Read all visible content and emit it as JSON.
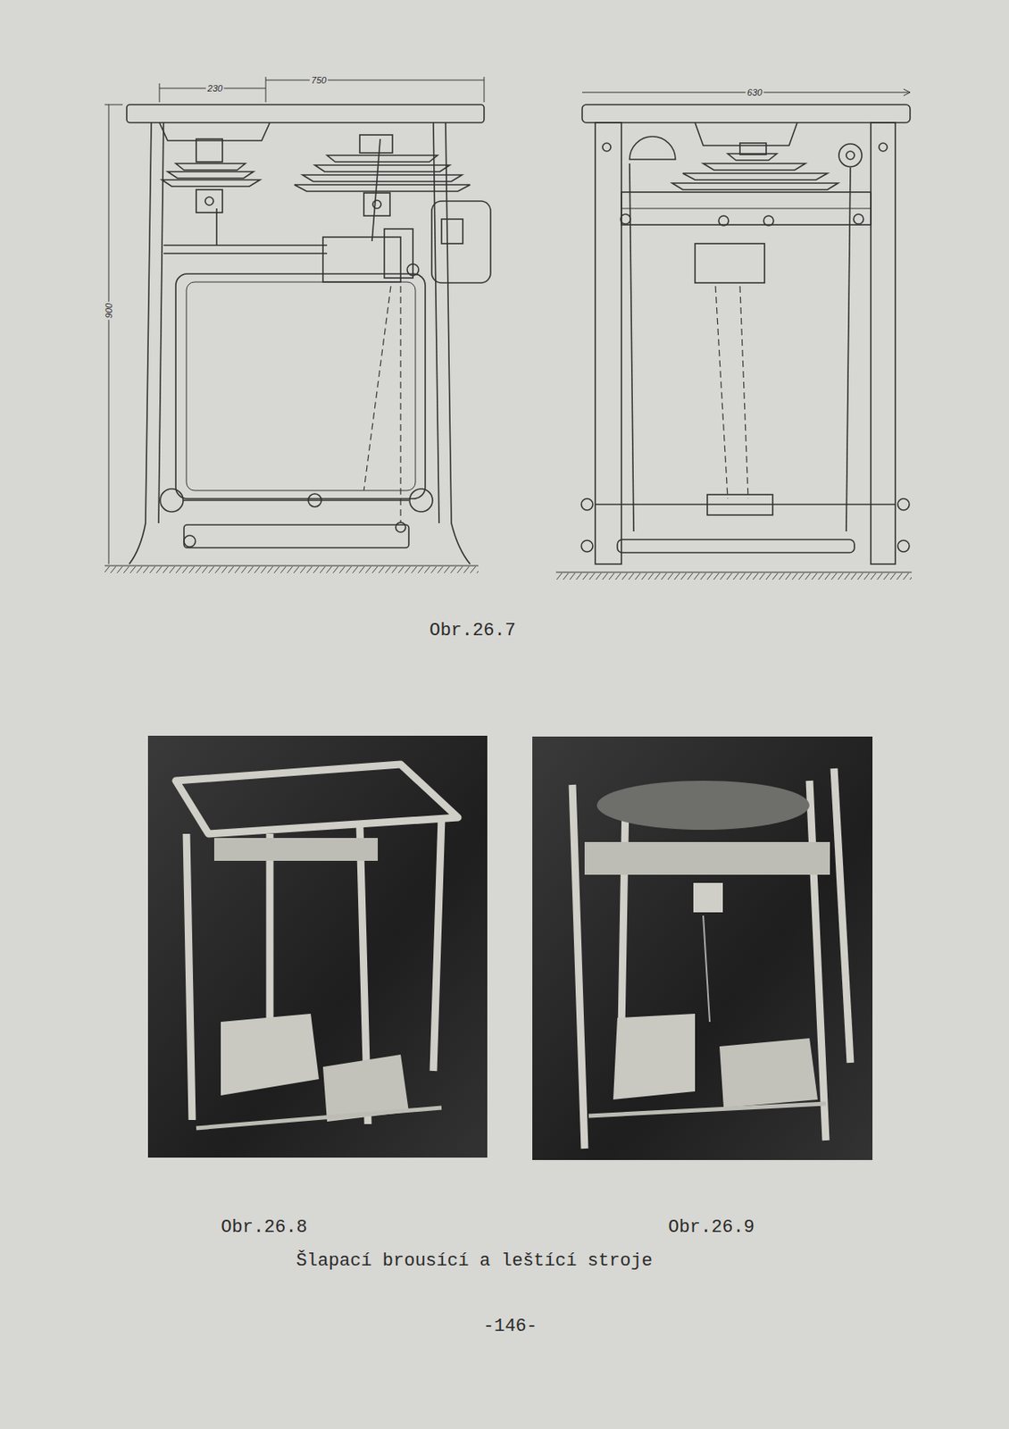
{
  "diagram": {
    "caption": "Šlapací brousící a leštící stroje",
    "labels": [
      "230",
      "750",
      "900",
      "630",
      "Obr.26.7",
      "Obr.26.8",
      "Obr.26.9",
      "-146-"
    ]
  }
}
